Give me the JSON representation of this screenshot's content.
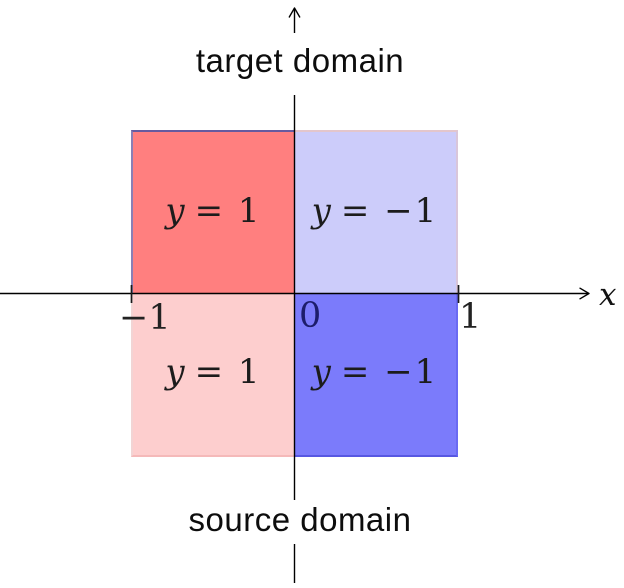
{
  "figure": {
    "top_title": "target domain",
    "bottom_title": "source domain",
    "x_axis_label": "x",
    "ticks": {
      "minus_one": "−1",
      "zero": "0",
      "one": "1"
    },
    "quadrants": [
      {
        "position": "top-left",
        "domain": "target",
        "x_range": [
          -1,
          0
        ],
        "var": "y",
        "eq": "= 1",
        "label": "y = 1",
        "fill": "#ff7f7f"
      },
      {
        "position": "top-right",
        "domain": "target",
        "x_range": [
          0,
          1
        ],
        "var": "y",
        "eq": "= −1",
        "label": "y = −1",
        "fill": "#ccccfa"
      },
      {
        "position": "bottom-left",
        "domain": "source",
        "x_range": [
          -1,
          0
        ],
        "var": "y",
        "eq": "= 1",
        "label": "y = 1",
        "fill": "#fdcece"
      },
      {
        "position": "bottom-right",
        "domain": "source",
        "x_range": [
          0,
          1
        ],
        "var": "y",
        "eq": "= −1",
        "label": "y = −1",
        "fill": "#7b7bfb"
      }
    ],
    "colors": {
      "axis": "#000000",
      "background": "#ffffff"
    }
  }
}
